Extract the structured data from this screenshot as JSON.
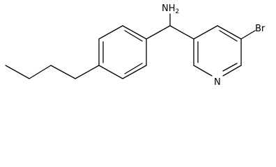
{
  "molecule": {
    "labels": {
      "amine": "NH",
      "amine_subscript": "2",
      "bromine": "Br",
      "pyridine_nitrogen": "N"
    }
  },
  "colors": {
    "bond": "#000000",
    "text": "#000000",
    "background": "#ffffff"
  }
}
